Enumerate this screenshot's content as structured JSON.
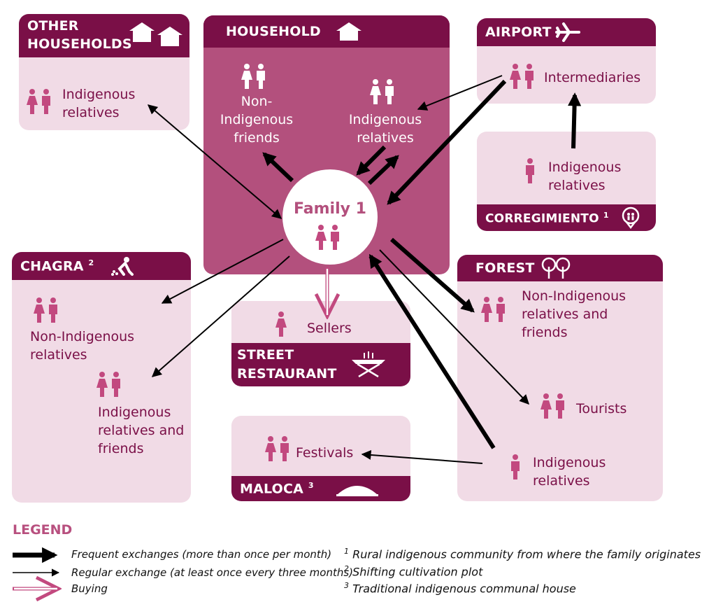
{
  "colors": {
    "dark": "#7a0f47",
    "mid": "#b3507d",
    "light": "#f1dbe6",
    "person": "#c2497f"
  },
  "other_households": {
    "title": "OTHER\nHOUSEHOLDS",
    "label": "Indigenous\nrelatives",
    "icon": "two-houses-icon"
  },
  "household": {
    "title": "HOUSEHOLD",
    "non_indigenous": "Non-\nIndigenous\nfriends",
    "indigenous": "Indigenous\nrelatives",
    "icon": "house-icon"
  },
  "family": {
    "label": "Family 1"
  },
  "airport": {
    "title": "AIRPORT",
    "label": "Intermediaries",
    "icon": "airplane-icon"
  },
  "corregimiento": {
    "title": "CORREGIMIENTO",
    "sup": "1",
    "label": "Indigenous\nrelatives",
    "icon": "location-pin-icon"
  },
  "chagra": {
    "title": "CHAGRA",
    "sup": "2",
    "non_indigenous": "Non-Indigenous\nrelatives",
    "indigenous": "Indigenous\nrelatives and\nfriends",
    "icon": "planting-person-icon"
  },
  "street": {
    "title": "STREET\nRESTAURANT",
    "label": "Sellers",
    "icon": "grill-icon"
  },
  "maloca": {
    "title": "MALOCA",
    "sup": "3",
    "label": "Festivals",
    "icon": "communal-house-icon"
  },
  "forest": {
    "title": "FOREST",
    "non_indigenous": "Non-Indigenous\nrelatives and\nfriends",
    "tourists": "Tourists",
    "indigenous": "Indigenous\nrelatives",
    "icon": "trees-icon"
  },
  "legend": {
    "title": "LEGEND",
    "frequent": "Frequent exchanges (more than once per month)",
    "regular": "Regular exchange (at least once every three months)",
    "buying": "Buying",
    "notes": [
      {
        "sup": "1",
        "text": "Rural indigenous community from where the family originates"
      },
      {
        "sup": "2",
        "text": "Shifting cultivation plot"
      },
      {
        "sup": "3",
        "text": "Traditional indigenous communal house"
      }
    ]
  }
}
